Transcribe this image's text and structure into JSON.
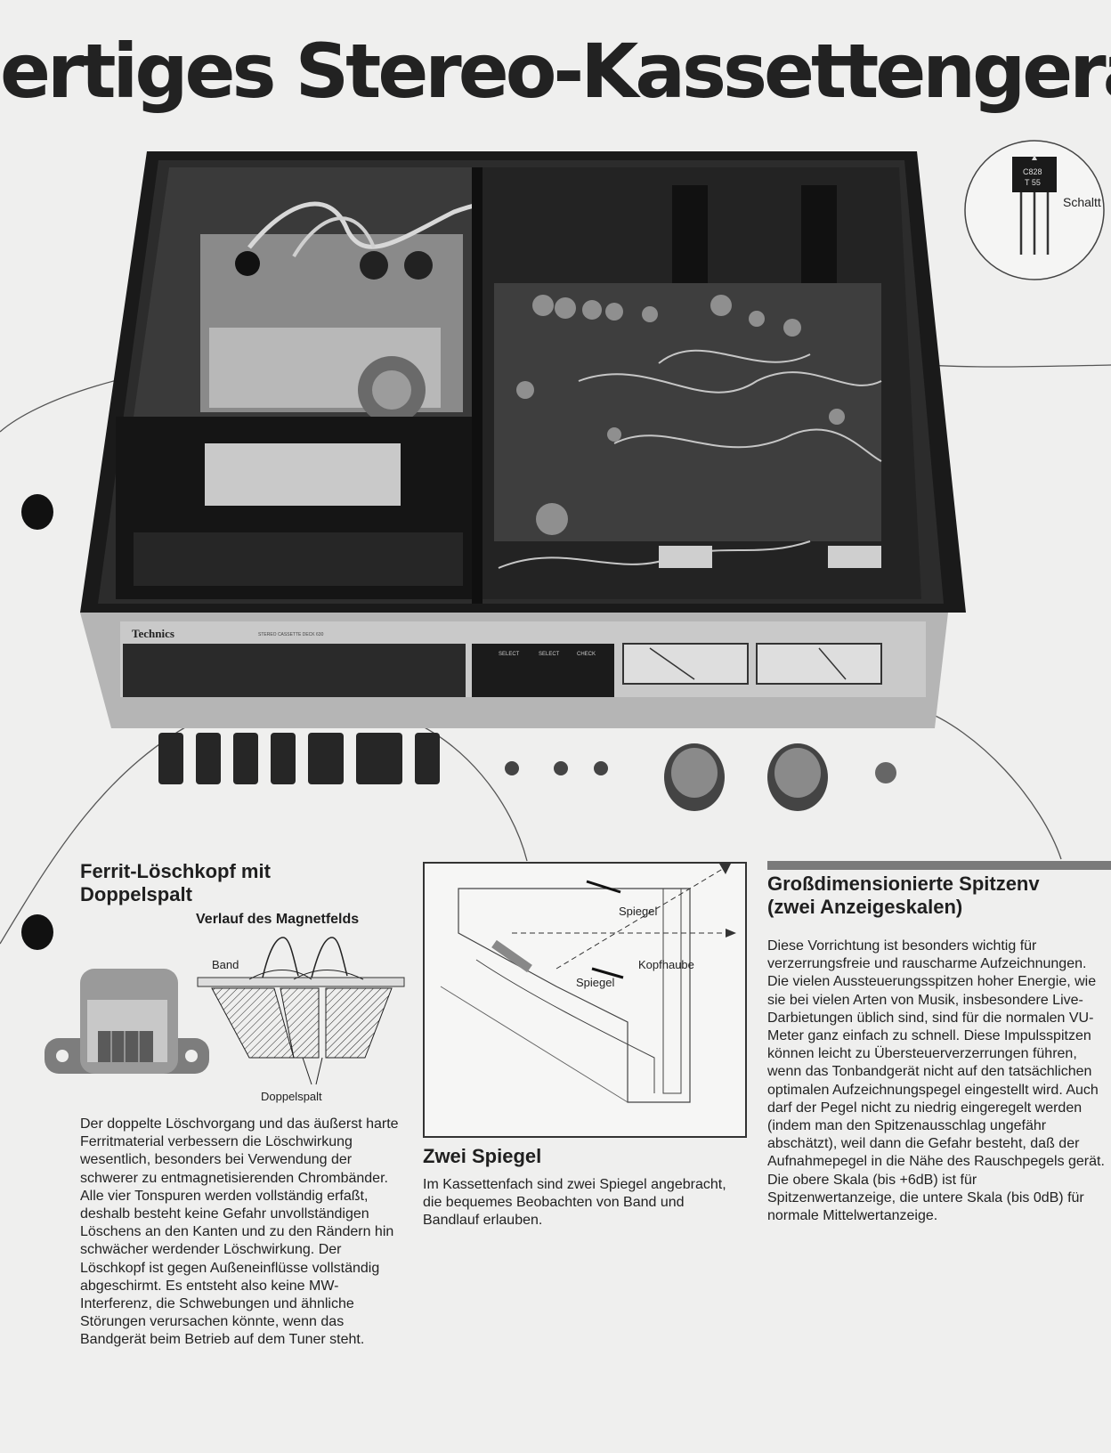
{
  "headline": "ertiges Stereo-Kassettengerät mit h",
  "photo": {
    "brand": "Technics",
    "model_label": "STEREO CASSETTE DECK 630",
    "select_labels": [
      "SELECT",
      "SELECT",
      "CHECK"
    ],
    "transistor_marking_1": "C828",
    "transistor_marking_2": "T 55",
    "transistor_callout": "Schaltt"
  },
  "ferrit": {
    "title_line1": "Ferrit-Löschkopf mit",
    "title_line2": "Doppelspalt",
    "figure_caption": "Verlauf des Magnetfelds",
    "label_band": "Band",
    "label_gap": "Doppelspalt",
    "paragraph": "Der doppelte Löschvorgang und das äußerst harte Ferritmaterial verbessern die Löschwirkung wesentlich, besonders bei Verwendung der schwerer zu entmagnetisierenden Chrombänder. Alle vier Tonspuren werden vollständig erfaßt, deshalb besteht keine Gefahr unvollständigen Löschens an den Kanten und zu den Rändern hin schwächer werdender Löschwirkung. Der Löschkopf ist gegen Außeneinflüsse vollständig abgeschirmt. Es entsteht also keine MW-Interferenz, die Schwebungen und ähnliche Störungen verursachen könnte, wenn das Bandgerät beim Betrieb auf dem Tuner steht."
  },
  "spiegel": {
    "label_mirror_top": "Spiegel",
    "label_head_cover": "Kopfhaube",
    "label_mirror_bottom": "Spiegel",
    "title": "Zwei Spiegel",
    "paragraph": "Im Kassettenfach sind zwei Spiegel angebracht, die bequemes Beobachten von Band und Bandlauf erlauben."
  },
  "gross": {
    "title_line1": "Großdimensionierte Spitzenv",
    "title_line2": "(zwei Anzeigeskalen)",
    "paragraph": "Diese Vorrichtung ist besonders wichtig für verzerrungsfreie und rauscharme Aufzeichnungen. Die vielen Aussteuerungsspitzen hoher Energie, wie sie bei vielen Arten von Musik, insbesondere Live-Darbietungen üblich sind, sind für die normalen VU-Meter ganz einfach zu schnell. Diese Impulsspitzen können leicht zu Übersteuerverzerrungen führen, wenn das Tonbandgerät nicht auf den tatsächlichen optimalen Aufzeichnungspegel eingestellt wird. Auch darf der Pegel nicht zu niedrig eingeregelt werden (indem man den Spitzenausschlag ungefähr abschätzt), weil dann die Gefahr besteht, daß der Aufnahmepegel in die Nähe des Rauschpegels gerät. Die obere Skala (bis +6dB) ist für Spitzenwertanzeige, die untere Skala (bis 0dB) für normale Mittelwertanzeige."
  }
}
